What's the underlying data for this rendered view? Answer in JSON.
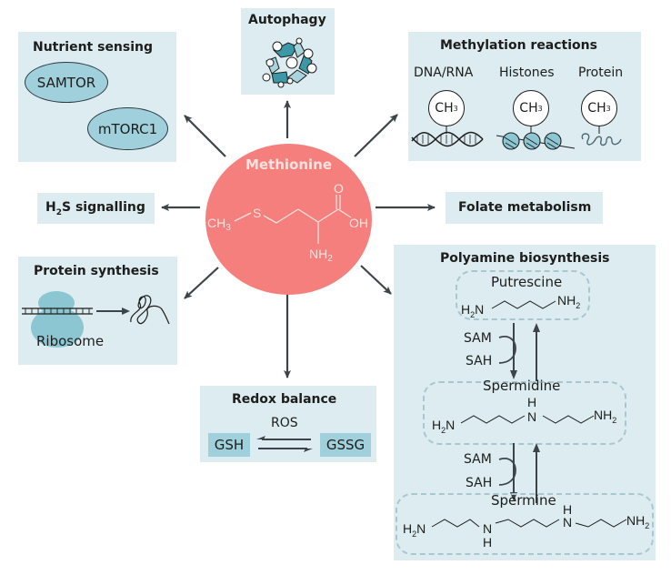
{
  "center": {
    "label": "Methionine",
    "formula": {
      "left": "CH",
      "left_sub": "3",
      "s": "S",
      "o": "O",
      "oh": "OH",
      "nh": "NH",
      "nh_sub": "2"
    }
  },
  "nutrient_sensing": {
    "title": "Nutrient sensing",
    "items": [
      "SAMTOR",
      "mTORC1"
    ]
  },
  "autophagy": {
    "title": "Autophagy",
    "icon": "recycle-icon"
  },
  "methylation": {
    "title": "Methylation reactions",
    "targets": [
      {
        "label": "DNA/RNA",
        "group": "CH",
        "sub": "3",
        "icon": "dna-helix-icon"
      },
      {
        "label": "Histones",
        "group": "CH",
        "sub": "3",
        "icon": "nucleosome-icon"
      },
      {
        "label": "Protein",
        "group": "CH",
        "sub": "3",
        "icon": "protein-coil-icon"
      }
    ]
  },
  "h2s": {
    "pre": "H",
    "sub": "2",
    "post": "S signalling"
  },
  "folate": {
    "title": "Folate metabolism"
  },
  "protein_synthesis": {
    "title": "Protein synthesis",
    "ribosome": "Ribosome"
  },
  "redox": {
    "title": "Redox balance",
    "ros": "ROS",
    "left": "GSH",
    "right": "GSSG"
  },
  "polyamine": {
    "title": "Polyamine biosynthesis",
    "putrescine": "Putrescine",
    "spermidine": "Spermidine",
    "spermine": "Spermine",
    "sam": "SAM",
    "sah": "SAH",
    "h2n": "H",
    "h2n_sub": "2",
    "n": "N",
    "h": "H",
    "nh2": "NH",
    "nh2_sub": "2"
  },
  "colors": {
    "box": "#dcecf1",
    "accent": "#9fd0dc",
    "methionine": "#f47f7c",
    "arrow": "#3d4448"
  }
}
